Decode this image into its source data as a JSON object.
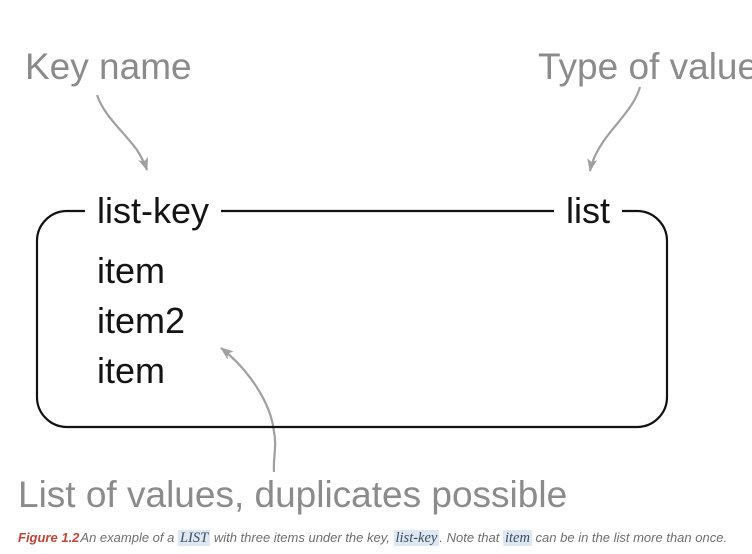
{
  "diagram": {
    "annotations": {
      "key_name": "Key name",
      "type_of_value": "Type of value",
      "list_of_values": "List of values, duplicates possible"
    },
    "box": {
      "key_label": "list-key",
      "type_label": "list",
      "items": [
        "item",
        "item2",
        "item"
      ]
    },
    "colors": {
      "annotation_gray": "#8b8b8b",
      "arrow_gray": "#a0a0a0",
      "box_border": "#121212",
      "box_text": "#141414",
      "figure_label_red": "#c14435",
      "code_background": "#dde8f2",
      "code_text": "#3d4e5c",
      "caption_gray": "#6e6e6e"
    }
  },
  "caption": {
    "figure_label": "Figure 1.2",
    "text1": "An example of a ",
    "code1": "LIST",
    "text2": " with three items under the key, ",
    "code2": "list-key",
    "text3": ". Note that ",
    "code3": "item",
    "text4": " can be in the list more than once."
  }
}
